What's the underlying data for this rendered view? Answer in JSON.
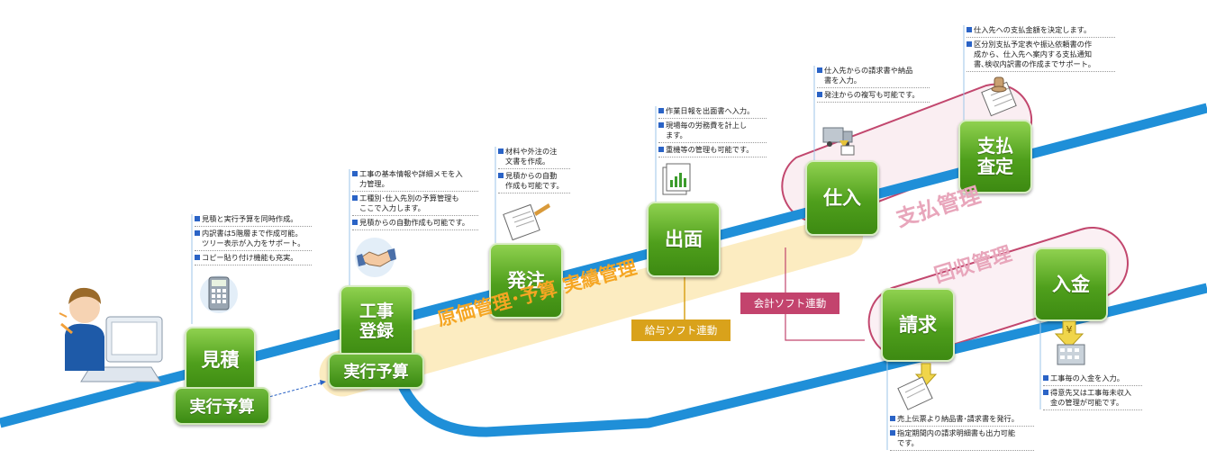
{
  "steps": {
    "mitsumori": "見積",
    "koji_line1": "工事",
    "koji_line2": "登録",
    "hacchu": "発注",
    "demen": "出面",
    "shiire": "仕入",
    "shiharai_line1": "支払",
    "shiharai_line2": "査定",
    "seikyu": "請求",
    "nyukin": "入金"
  },
  "sub_boxes": {
    "jikko_yosan_1": "実行予算",
    "jikko_yosan_2": "実行予算"
  },
  "group_labels": {
    "genka": "原価管理･予算  実績管理",
    "shiharai_kanri": "支払管理",
    "kaishu_kanri": "回収管理"
  },
  "tags": {
    "kyuyo": "給与ソフト連動",
    "kaikei": "会計ソフト連動"
  },
  "notes": {
    "mitsumori": [
      "見積と実行予算を同時作成。",
      "内訳書は5階層まで作成可能。\nツリー表示が入力をサポート。",
      "コピー貼り付け機能も充実。"
    ],
    "koji": [
      "工事の基本情報や詳細メモを入\n力管理。",
      "工種別･仕入先別の予算管理も\nここで入力します。",
      "見積からの自動作成も可能です。"
    ],
    "hacchu": [
      "材料や外注の注\n文書を作成。",
      "見積からの自動\n作成も可能です。"
    ],
    "demen": [
      "作業日報を出面書へ入力。",
      "現場毎の労務費を計上し\nます。",
      "重機等の管理も可能です。"
    ],
    "shiire": [
      "仕入先からの請求書や納品\n書を入力。",
      "発注からの複写も可能です。"
    ],
    "shiharai": [
      "仕入先への支払金額を決定します。",
      "区分別支払予定表や振込依頼書の作\n成から、仕入先へ案内する支払通知\n書､検収内訳書の作成までサポート。"
    ],
    "seikyu": [
      "売上伝票より納品書･請求書を発行。",
      "指定期間内の請求明細書も出力可能\nです。"
    ],
    "nyukin": [
      "工事毎の入金を入力。",
      "得意先又は工事毎未収入\n金の管理が可能です。"
    ]
  },
  "colors": {
    "blue_line": "#1f8fd8",
    "green_box": "#4f9f1c",
    "pink_band": "#c2476e",
    "yellow_band": "#fbe9b6",
    "orange_text": "#f5a623",
    "kyuyo_tag": "#d9a21b",
    "kaikei_tag": "#c3436d"
  },
  "icons": [
    "person-at-computer-icon",
    "calculator-icon",
    "handshake-icon",
    "document-pen-icon",
    "bar-chart-document-icon",
    "delivery-truck-icon",
    "stamp-document-icon",
    "invoice-arrow-icon",
    "yen-building-icon"
  ]
}
